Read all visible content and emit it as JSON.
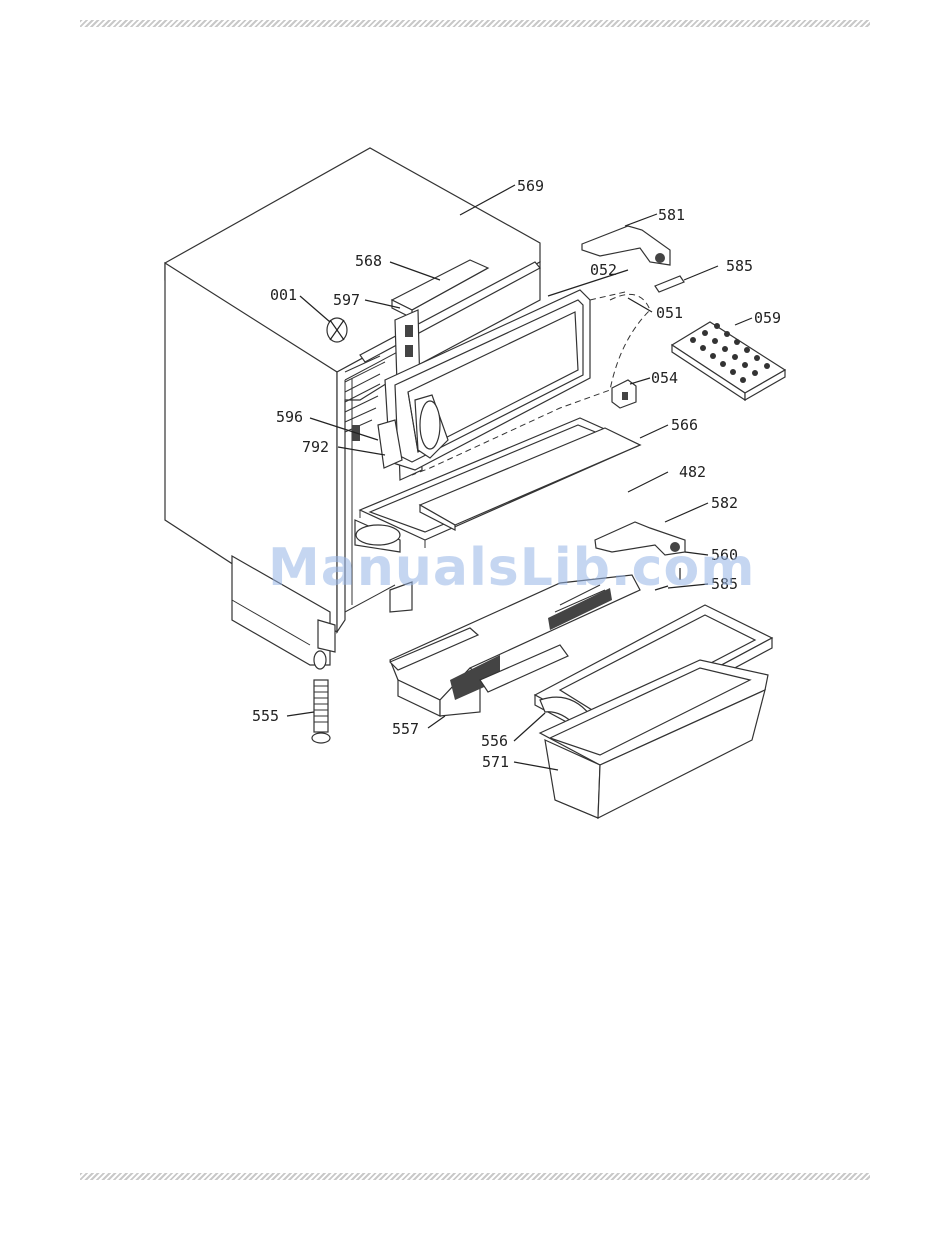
{
  "watermark": "ManualsLib.com",
  "labels": {
    "l569": "569",
    "l581": "581",
    "l568": "568",
    "l052": "052",
    "l585a": "585",
    "l001": "001",
    "l597": "597",
    "l051": "051",
    "l059": "059",
    "l054": "054",
    "l596": "596",
    "l566": "566",
    "l792": "792",
    "l482": "482",
    "l582": "582",
    "l560": "560",
    "l585b": "585",
    "l555": "555",
    "l557": "557",
    "l556": "556",
    "l571": "571"
  }
}
